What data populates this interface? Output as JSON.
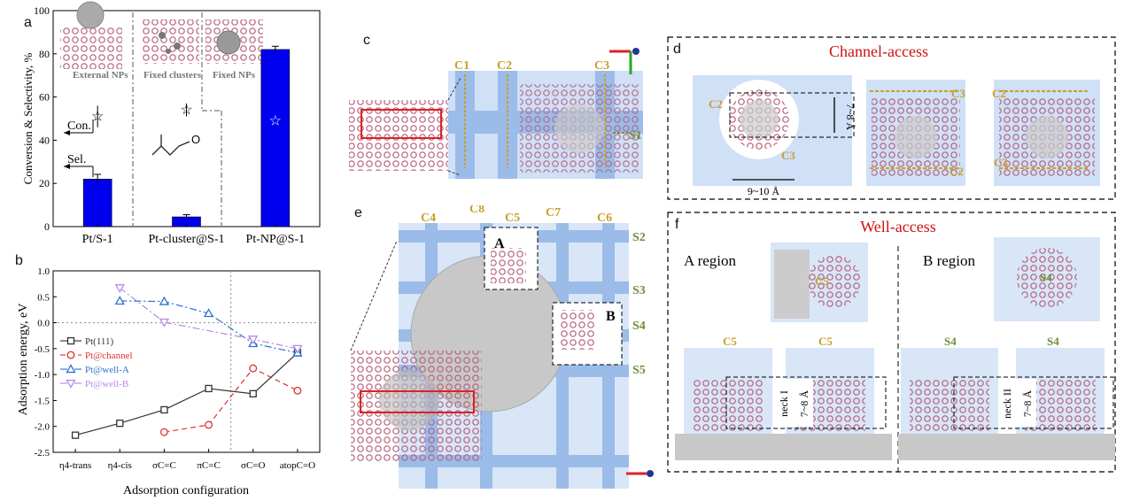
{
  "panel_labels": {
    "a": "a",
    "b": "b",
    "c": "c",
    "d": "d",
    "e": "e",
    "f": "f"
  },
  "colors": {
    "bar": "#0000ee",
    "gold": "#c89f2a",
    "green": "#6e8f3a",
    "red_title": "#cc1111",
    "channel": "#a9c7ee",
    "pt_channel": "#e03030",
    "pt_well_a": "#2f6fd1",
    "pt_well_b": "#b58be6",
    "pt111": "#333333"
  },
  "panel_a": {
    "images": {
      "external": "External NPs",
      "clusters": "Fixed clusters",
      "fixed": "Fixed NPs"
    },
    "annotations": {
      "con": "Con.",
      "sel": "Sel."
    }
  },
  "panel_d": {
    "title": "Channel-access",
    "dim1": "7~8 Å",
    "dim2": "9~10 Å",
    "c2": "C2",
    "c3": "C3"
  },
  "panel_f": {
    "title": "Well-access",
    "a_region": "A region",
    "b_region": "B region",
    "neck1": "neck I",
    "neck2": "neck II",
    "dim": "7~8 Å",
    "c5": "C5",
    "s4": "S4"
  },
  "panel_c": {
    "channels": [
      "C1",
      "C2",
      "C3"
    ],
    "s_label": "S1"
  },
  "panel_e": {
    "channels": [
      "C4",
      "C8",
      "C5",
      "C7",
      "C6"
    ],
    "s_labels": [
      "S2",
      "S3",
      "S4",
      "S5"
    ],
    "box_a": "A",
    "box_b": "B"
  },
  "chart_data": [
    {
      "type": "bar",
      "ylabel": "Conversion & Selectivity, %",
      "categories": [
        "Pt/S-1",
        "Pt-cluster@S-1",
        "Pt-NP@S-1"
      ],
      "ylim": [
        0,
        100
      ],
      "yticks": [
        0,
        20,
        40,
        60,
        80,
        100
      ],
      "series": [
        {
          "name": "Con.",
          "kind": "bar",
          "values": [
            22,
            4.5,
            82
          ],
          "errors": [
            2.2,
            1.0,
            1.5
          ]
        },
        {
          "name": "Sel.",
          "kind": "star",
          "values": [
            51,
            54,
            49
          ],
          "errors": [
            5,
            3,
            0
          ]
        }
      ]
    },
    {
      "type": "line",
      "xlabel": "Adsorption configuration",
      "ylabel": "Adsorption energy, eV",
      "categories": [
        "η4-trans",
        "η4-cis",
        "σC=C",
        "πC=C",
        "σC=O",
        "atopC=O"
      ],
      "ylim": [
        -2.5,
        1.0
      ],
      "yticks": [
        -2.5,
        -2.0,
        -1.5,
        -1.0,
        -0.5,
        0.0,
        0.5,
        1.0
      ],
      "legend_position": "bottom-left",
      "series": [
        {
          "name": "Pt(111)",
          "values": [
            -2.17,
            -1.94,
            -1.68,
            -1.27,
            -1.37,
            -0.58
          ]
        },
        {
          "name": "Pt@channel",
          "values": [
            null,
            null,
            -2.11,
            -1.97,
            -0.88,
            -1.31
          ]
        },
        {
          "name": "Pt@well-A",
          "values": [
            null,
            0.42,
            0.41,
            0.18,
            -0.4,
            -0.58
          ]
        },
        {
          "name": "Pt@well-B",
          "values": [
            null,
            0.67,
            0.01,
            null,
            -0.32,
            -0.5
          ]
        }
      ]
    }
  ]
}
